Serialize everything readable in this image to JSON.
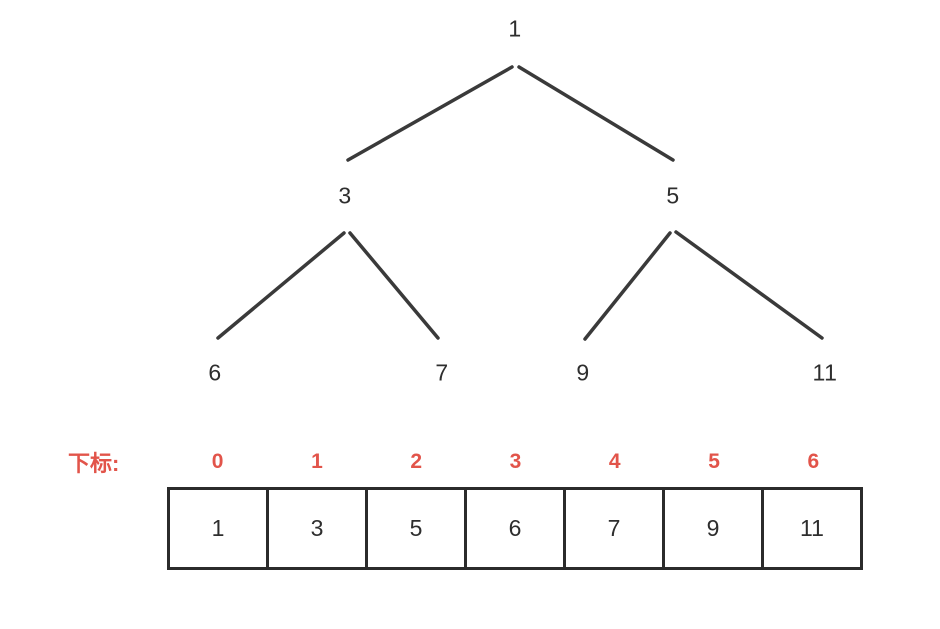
{
  "diagram": {
    "kind": "binary-tree-with-array-representation"
  },
  "colors": {
    "ink": "#2e2e2e",
    "edge_line": "#3a3a3a",
    "accent_red": "#e2544a",
    "background": "#ffffff"
  },
  "tree": {
    "nodes": [
      {
        "id": "root",
        "value": "1"
      },
      {
        "id": "left",
        "value": "3"
      },
      {
        "id": "right",
        "value": "5"
      },
      {
        "id": "left-left",
        "value": "6"
      },
      {
        "id": "left-right",
        "value": "7"
      },
      {
        "id": "right-left",
        "value": "9"
      },
      {
        "id": "right-right",
        "value": "11"
      }
    ]
  },
  "array": {
    "label": "下标:",
    "indices": [
      "0",
      "1",
      "2",
      "3",
      "4",
      "5",
      "6"
    ],
    "values": [
      "1",
      "3",
      "5",
      "6",
      "7",
      "9",
      "11"
    ]
  }
}
